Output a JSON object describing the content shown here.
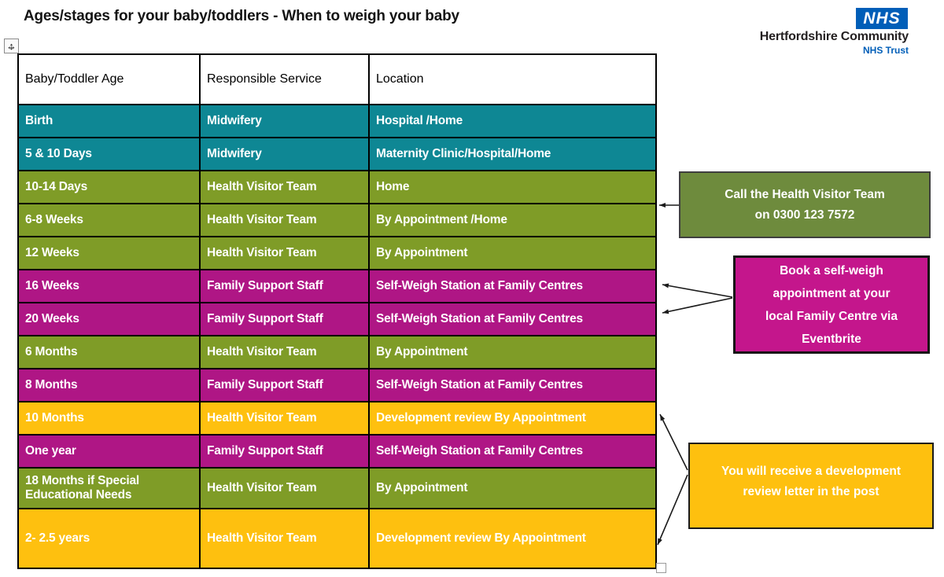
{
  "title": "Ages/stages for your baby/toddlers - When to weigh your baby",
  "logo": {
    "nhs": "NHS",
    "org": "Hertfordshire Community",
    "trust": "NHS Trust"
  },
  "colors": {
    "teal": "#0E8794",
    "olive": "#7F9C27",
    "magenta": "#AF1685",
    "amber": "#FEC00F",
    "callout_green": "#6E8B3D",
    "callout_magenta": "#C4168C",
    "nhs_blue": "#005EB8"
  },
  "table": {
    "headers": [
      "Baby/Toddler Age",
      "Responsible Service",
      "Location"
    ],
    "rows": [
      {
        "age": "Birth",
        "service": "Midwifery",
        "location": "Hospital /Home",
        "color": "teal"
      },
      {
        "age": "5 & 10 Days",
        "service": "Midwifery",
        "location": "Maternity Clinic/Hospital/Home",
        "color": "teal"
      },
      {
        "age": "10-14 Days",
        "service": "Health Visitor Team",
        "location": "Home",
        "color": "olive"
      },
      {
        "age": "6-8 Weeks",
        "service": "Health Visitor Team",
        "location": "By Appointment /Home",
        "color": "olive"
      },
      {
        "age": "12 Weeks",
        "service": "Health Visitor Team",
        "location": "By Appointment",
        "color": "olive"
      },
      {
        "age": "16 Weeks",
        "service": "Family Support Staff",
        "location": "Self-Weigh Station at Family Centres",
        "color": "magenta"
      },
      {
        "age": "20 Weeks",
        "service": "Family Support Staff",
        "location": "Self-Weigh Station at Family Centres",
        "color": "magenta"
      },
      {
        "age": "6 Months",
        "service": "Health Visitor Team",
        "location": "By Appointment",
        "color": "olive"
      },
      {
        "age": "8 Months",
        "service": "Family Support Staff",
        "location": "Self-Weigh Station at Family Centres",
        "color": "magenta"
      },
      {
        "age": "10 Months",
        "service": "Health Visitor Team",
        "location": "Development review By Appointment",
        "color": "amber"
      },
      {
        "age": "One year",
        "service": "Family Support Staff",
        "location": "Self-Weigh Station at Family Centres",
        "color": "magenta"
      },
      {
        "age": "18 Months if Special Educational Needs",
        "service": "Health Visitor Team",
        "location": "By Appointment",
        "color": "olive"
      },
      {
        "age": "2- 2.5 years",
        "service": "Health Visitor Team",
        "location": "Development review By Appointment",
        "color": "amber"
      }
    ]
  },
  "callouts": {
    "health_visitor": {
      "lines": [
        "Call the Health Visitor Team",
        "on 0300 123 7572"
      ]
    },
    "self_weigh": {
      "lines": [
        "Book a self-weigh",
        "appointment at your",
        "local Family Centre via",
        "Eventbrite"
      ]
    },
    "development_review": {
      "lines": [
        "You will receive a development",
        "review letter in the post"
      ]
    }
  }
}
